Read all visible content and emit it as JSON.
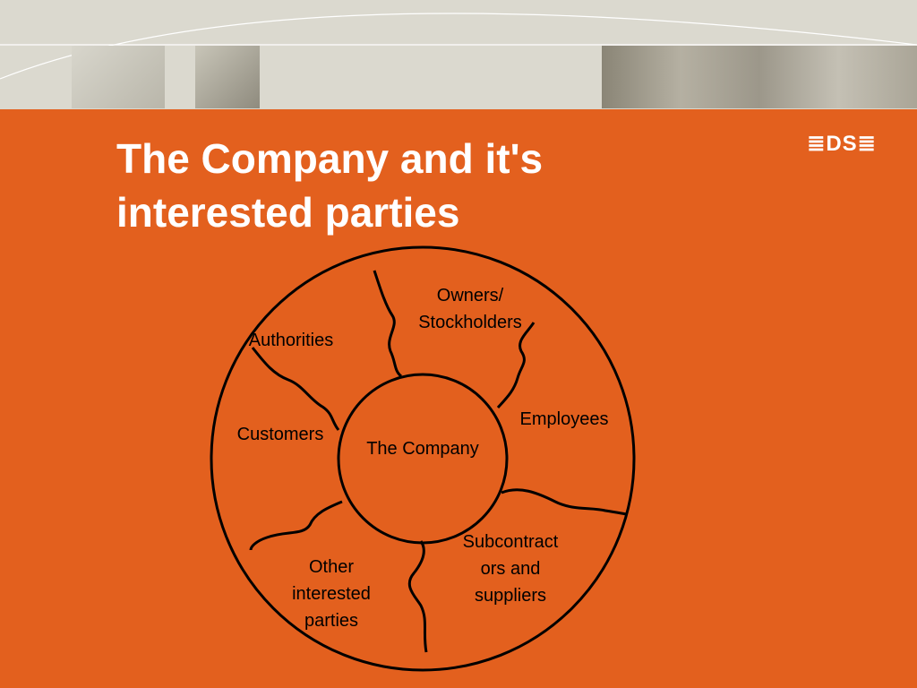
{
  "slide": {
    "title": "The Company and it's interested parties",
    "logo_text": "≣DS≣"
  },
  "diagram": {
    "center": "The Company",
    "parties": [
      {
        "id": "owners",
        "label": "Owners/\nStockholders"
      },
      {
        "id": "employees",
        "label": "Employees"
      },
      {
        "id": "subcontractors",
        "label": "Subcontract\nors and\nsuppliers"
      },
      {
        "id": "other",
        "label": "Other\ninterested\nparties"
      },
      {
        "id": "customers",
        "label": "Customers"
      },
      {
        "id": "authorities",
        "label": "Authorities"
      }
    ]
  },
  "colors": {
    "background": "#E3601E",
    "banner": "#DBD9CF",
    "text": "#FFFFFF",
    "lines": "#000000"
  }
}
